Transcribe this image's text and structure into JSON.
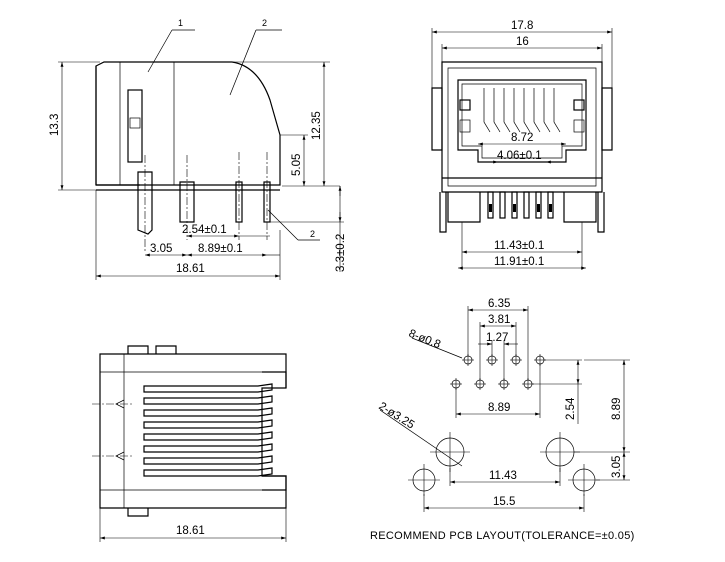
{
  "views": {
    "side": {
      "callouts": [
        "1",
        "2",
        "2"
      ],
      "dims": {
        "height_total": "13.3",
        "height_upper": "12.35",
        "height_lower": "5.05",
        "pin_spacing": "2.54±0.1",
        "post_offset": "3.05",
        "pin_span": "8.89±0.1",
        "length": "18.61",
        "pin_length": "3.3±0.2"
      }
    },
    "front": {
      "dims": {
        "outer_width": "17.8",
        "inner_width": "16",
        "slot_width": "8.72",
        "key_width": "4.06±0.1",
        "pin_row_a": "11.43±0.1",
        "pin_row_b": "11.91±0.1"
      }
    },
    "top": {
      "dims": {
        "length": "18.61"
      }
    },
    "pcb": {
      "dims": {
        "hole_label_small": "8-ø0.8",
        "hole_label_large": "2-ø3.25",
        "span_a": "6.35",
        "span_b": "3.81",
        "pitch": "1.27",
        "row_span": "8.89",
        "row_gap": "2.54",
        "height": "8.89",
        "post_span": "11.43",
        "post_drop": "3.05",
        "board_span": "15.5"
      },
      "note": "RECOMMEND  PCB  LAYOUT(TOLERANCE=±0.05)"
    }
  }
}
